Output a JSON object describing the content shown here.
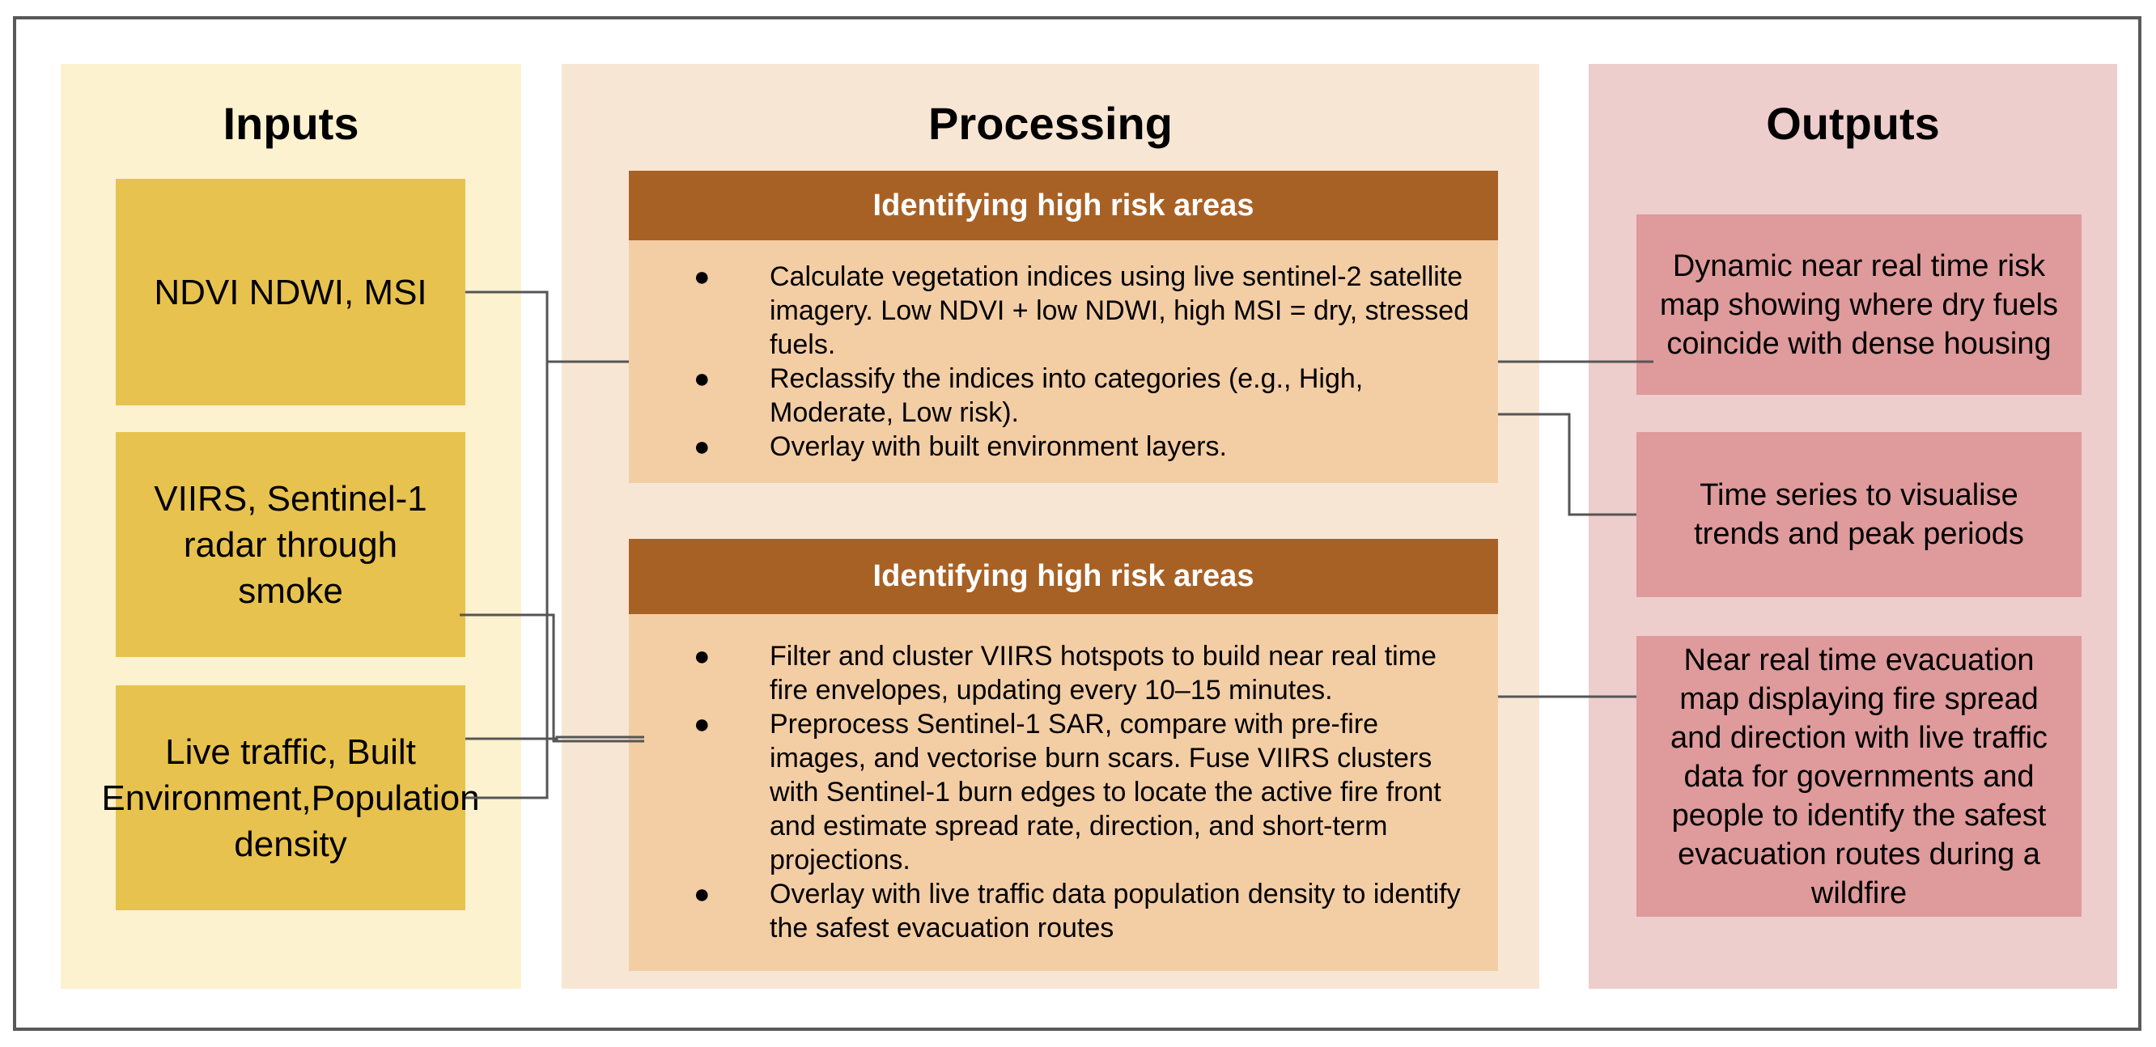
{
  "inputs": {
    "title": "Inputs",
    "items": [
      "NDVI NDWI, MSI",
      "VIIRS, Sentinel-1 radar through smoke",
      "Live traffic, Built Environment,Population density"
    ]
  },
  "processing": {
    "title": "Processing",
    "panels": [
      {
        "header": "Identifying high risk areas",
        "bullets": [
          "Calculate vegetation indices using live sentinel-2 satellite imagery. Low NDVI + low NDWI, high MSI = dry, stressed fuels.",
          "Reclassify the indices into categories (e.g., High, Moderate, Low risk).",
          "Overlay with built environment layers."
        ]
      },
      {
        "header": "Identifying high risk areas",
        "bullets": [
          "Filter and cluster VIIRS hotspots to build near real time fire envelopes, updating every 10–15 minutes.",
          "Preprocess Sentinel-1 SAR, compare with pre-fire images, and vectorise burn scars. Fuse VIIRS clusters with Sentinel-1 burn edges to locate the active fire front and estimate spread rate, direction, and short-term projections.",
          "Overlay with live traffic data population density to identify the safest evacuation routes"
        ]
      }
    ],
    "bullet_glyph": "●"
  },
  "outputs": {
    "title": "Outputs",
    "items": [
      "Dynamic near real time risk map showing where dry fuels coincide with dense housing",
      "Time series to visualise trends and peak periods",
      "Near real time evacuation map displaying fire spread and direction with live traffic data for governments and people to identify the safest evacuation routes during a wildfire"
    ]
  },
  "colors": {
    "inputs_bg": "#fdf2d0",
    "input_box": "#e8c24e",
    "processing_bg": "#f8e6d4",
    "panel_header": "#a86125",
    "panel_body": "#f3cda4",
    "outputs_bg": "#eecdcd",
    "output_box": "#df9a9b",
    "connector": "#555555"
  }
}
